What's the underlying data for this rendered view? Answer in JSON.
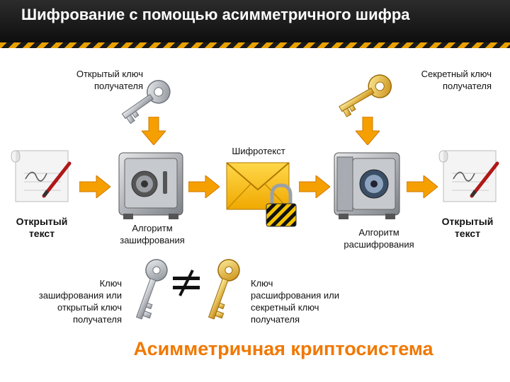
{
  "header": {
    "title": "Шифрование с помощью асимметричного шифра"
  },
  "labels": {
    "public_key": "Открытый ключ\nполучателя",
    "secret_key": "Секретный ключ\nполучателя",
    "ciphertext": "Шифротекст",
    "plaintext_left": "Открытый\nтекст",
    "plaintext_right": "Открытый\nтекст",
    "encrypt_alg": "Алгоритм\nзашифрования",
    "decrypt_alg": "Алгоритм\nрасшифрования",
    "enc_key": "Ключ\nзашифрования или\nоткрытый ключ\nполучателя",
    "dec_key": "Ключ\nрасшифрования или\nсекретный ключ\nполучателя",
    "not_equal": "≠"
  },
  "footer": {
    "title": "Асимметричная криптосистема"
  },
  "colors": {
    "accent_orange": "#f07800",
    "arrow_orange": "#f5a000",
    "key_silver": "#b8bcc2",
    "key_gold": "#e8b830",
    "header_bg": "#1a1a1a"
  }
}
